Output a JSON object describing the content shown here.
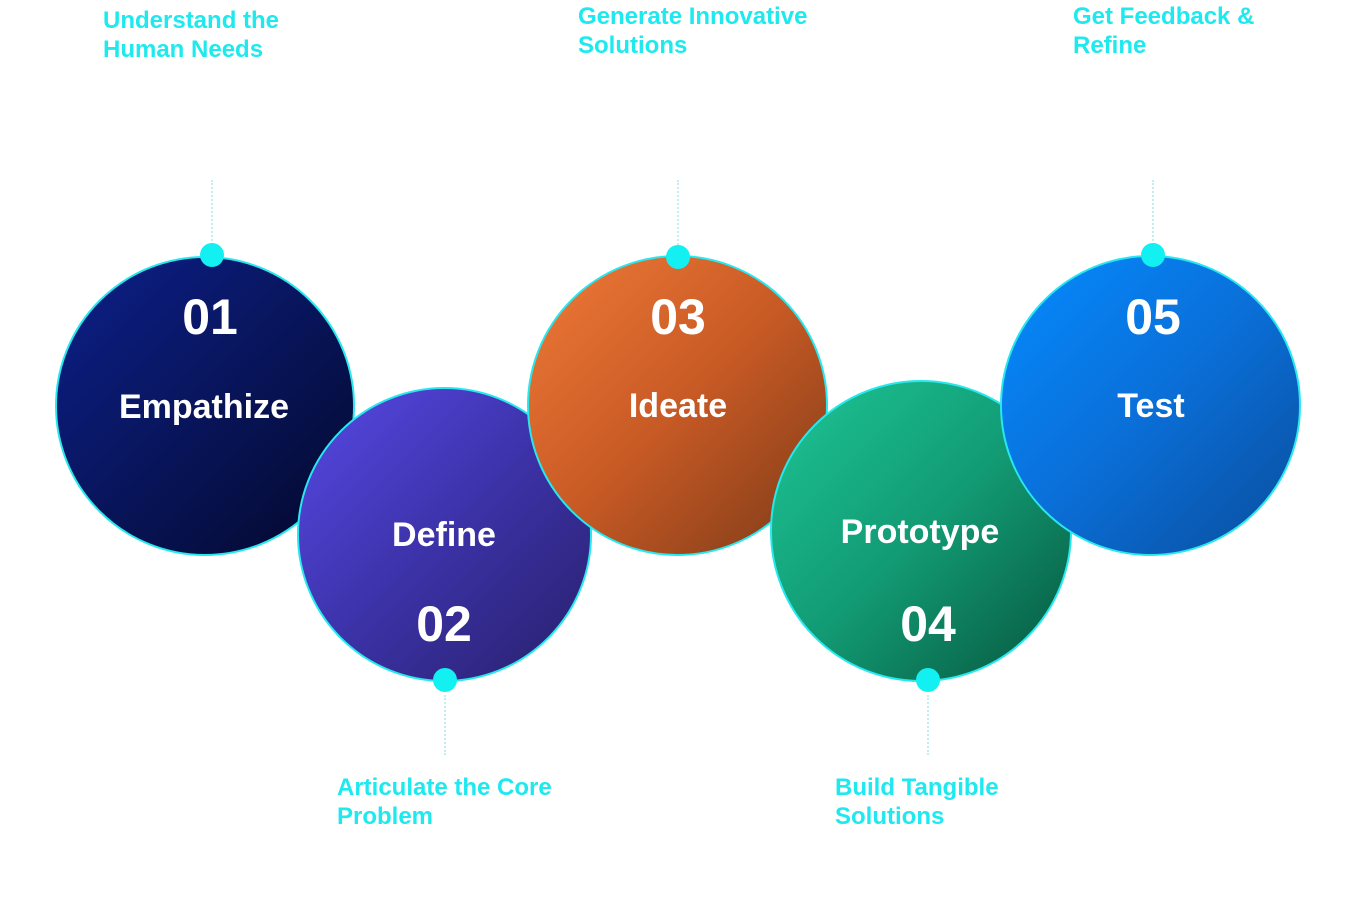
{
  "steps": [
    {
      "number": "01",
      "title": "Empathize",
      "caption_line1": "Understand the",
      "caption_line2": "Human Needs"
    },
    {
      "number": "02",
      "title": "Define",
      "caption_line1": "Articulate the Core",
      "caption_line2": "Problem"
    },
    {
      "number": "03",
      "title": "Ideate",
      "caption_line1": "Generate Innovative",
      "caption_line2": "Solutions"
    },
    {
      "number": "04",
      "title": "Prototype",
      "caption_line1": "Build Tangible",
      "caption_line2": "Solutions"
    },
    {
      "number": "05",
      "title": "Test",
      "caption_line1": "Get Feedback &",
      "caption_line2": "Refine"
    }
  ],
  "colors": {
    "caption_text": "#1de9ef",
    "dot": "#13f0f2",
    "outline": "#27e8ee",
    "step1": "#091660",
    "step2": "#3c32a8",
    "step3": "#c85a25",
    "step4": "#129b74",
    "step5": "#0a6fd8"
  }
}
